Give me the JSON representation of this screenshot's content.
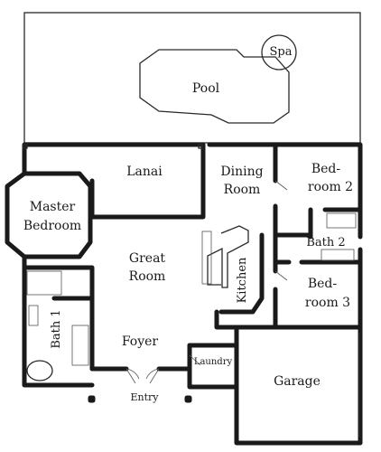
{
  "plan": {
    "labels": {
      "spa": "Spa",
      "pool": "Pool",
      "lanai": "Lanai",
      "dining_1": "Dining",
      "dining_2": "Room",
      "bedroom2_1": "Bed-",
      "bedroom2_2": "room 2",
      "master_1": "Master",
      "master_2": "Bedroom",
      "bath2": "Bath 2",
      "great_1": "Great",
      "great_2": "Room",
      "kitchen": "Kitchen",
      "bedroom3_1": "Bed-",
      "bedroom3_2": "room 3",
      "bath1": "Bath 1",
      "foyer": "Foyer",
      "laundry": "Laundry",
      "garage": "Garage",
      "entry": "Entry"
    }
  }
}
